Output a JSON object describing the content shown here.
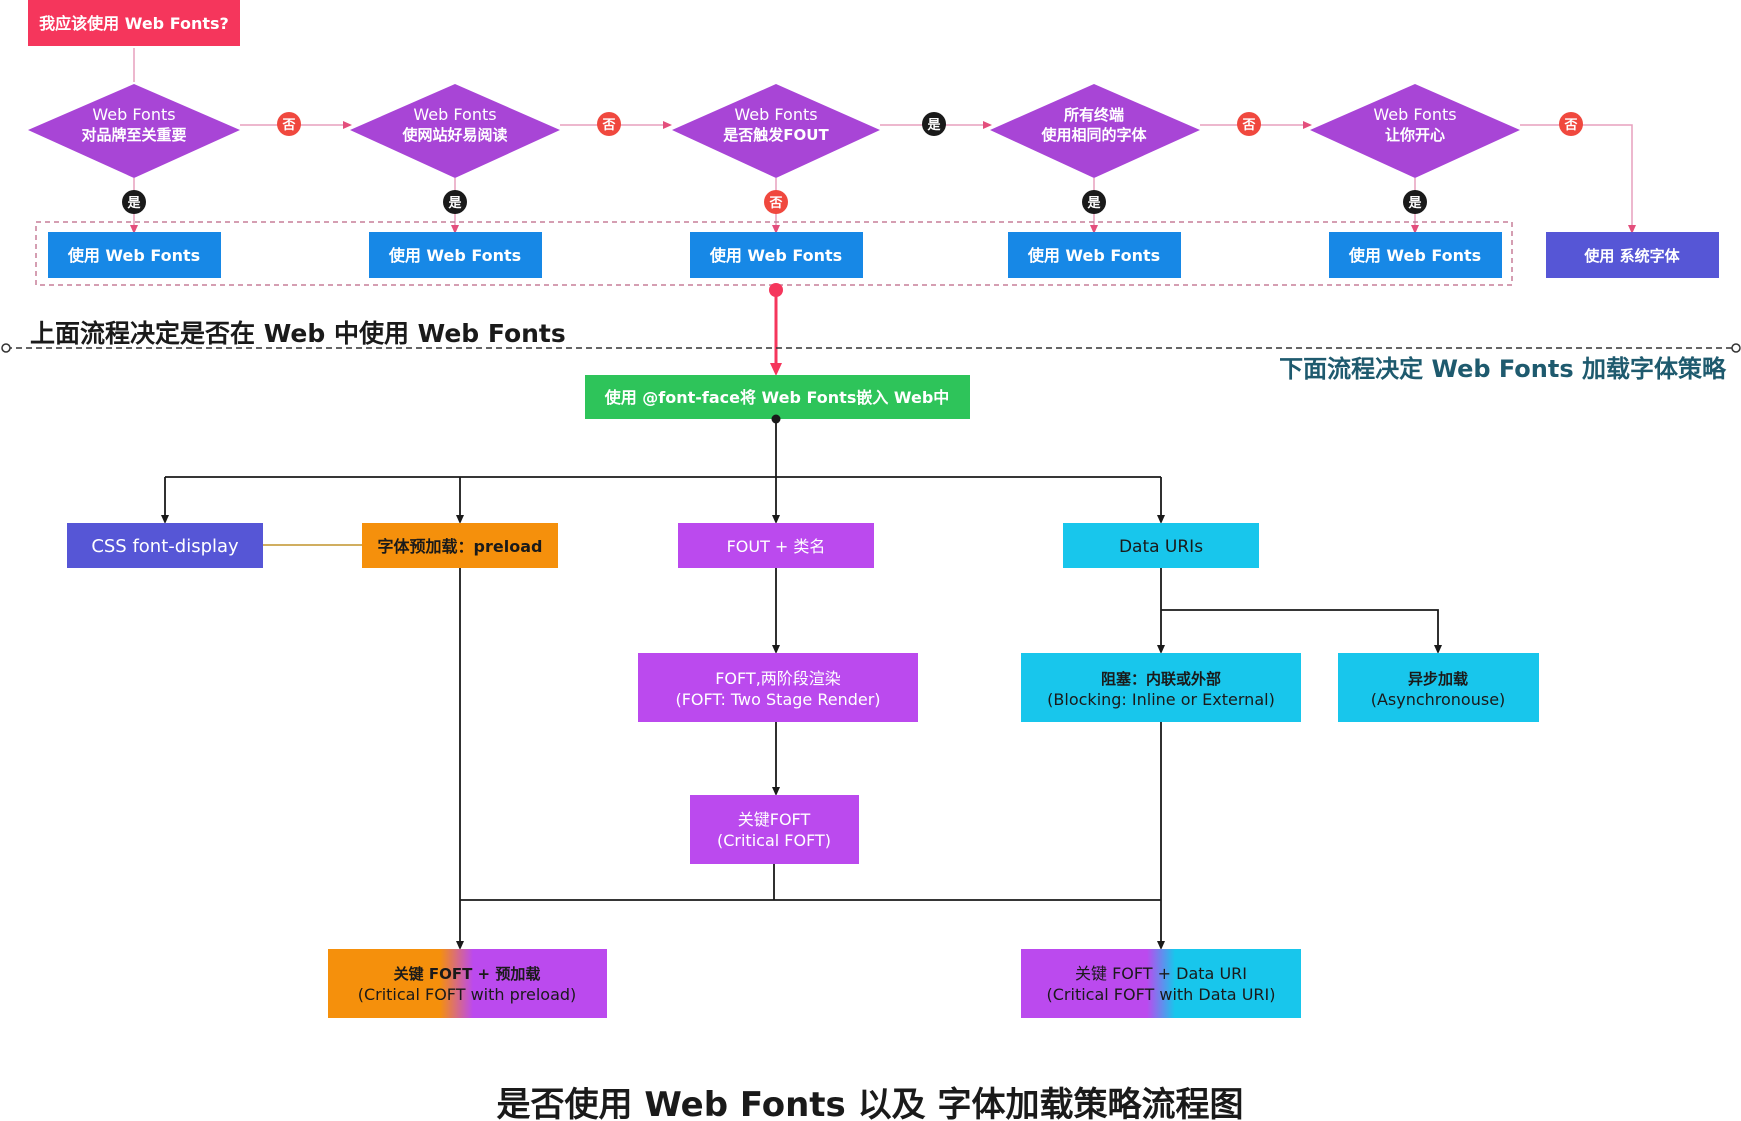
{
  "colors": {
    "start": "#f5365c",
    "decision": "#a845d6",
    "blue": "#1788e6",
    "system": "#5656d6",
    "green": "#2ec45a",
    "css": "#5656d6",
    "preload": "#f5900c",
    "purple": "#bb4aee",
    "cyan": "#18c6ec",
    "no_badge": "#f0483e",
    "yes_badge": "#1a1a1a",
    "heading": "#1a1a1a",
    "subheading": "#1e5a6e"
  },
  "start": {
    "label": "我应该使用 Web Fonts?"
  },
  "decisions": [
    {
      "line1": "Web Fonts",
      "line2": "对品牌至关重要"
    },
    {
      "line1": "Web Fonts",
      "line2": "使网站好易阅读"
    },
    {
      "line1": "Web Fonts",
      "line2": "是否触发FOUT"
    },
    {
      "line1": "所有终端",
      "line2": "使用相同的字体"
    },
    {
      "line1": "Web Fonts",
      "line2": "让你开心"
    }
  ],
  "horizontal_badges": [
    "否",
    "否",
    "是",
    "否",
    "否"
  ],
  "vertical_badges": [
    "是",
    "是",
    "否",
    "是",
    "是"
  ],
  "use_boxes": [
    "使用 Web Fonts",
    "使用 Web Fonts",
    "使用 Web Fonts",
    "使用 Web Fonts",
    "使用 Web Fonts"
  ],
  "system_box": "使用 系统字体",
  "upper_caption": "上面流程决定是否在 Web 中使用 Web Fonts",
  "lower_caption": "下面流程决定 Web Fonts 加载字体策略",
  "fontface_box": "使用 @font-face将 Web Fonts嵌入 Web中",
  "strategies": {
    "css_display": "CSS font-display",
    "preload": "字体预加载：preload",
    "fout_class": "FOUT + 类名",
    "data_uris": "Data URIs",
    "foft_line1": "FOFT,两阶段渲染",
    "foft_line2": "(FOFT: Two Stage Render)",
    "blocking_line1": "阻塞：内联或外部",
    "blocking_line2": "(Blocking: Inline or External)",
    "async_line1": "异步加载",
    "async_line2": "(Asynchronouse)",
    "critical_line1": "关键FOFT",
    "critical_line2": "(Critical FOFT)",
    "cfp_line1": "关键 FOFT + 预加载",
    "cfp_line2": "(Critical FOFT with preload)",
    "cfd_line1": "关键 FOFT + Data URI",
    "cfd_line2": "(Critical FOFT with Data URI)"
  },
  "footer_title": "是否使用 Web Fonts 以及 字体加载策略流程图"
}
